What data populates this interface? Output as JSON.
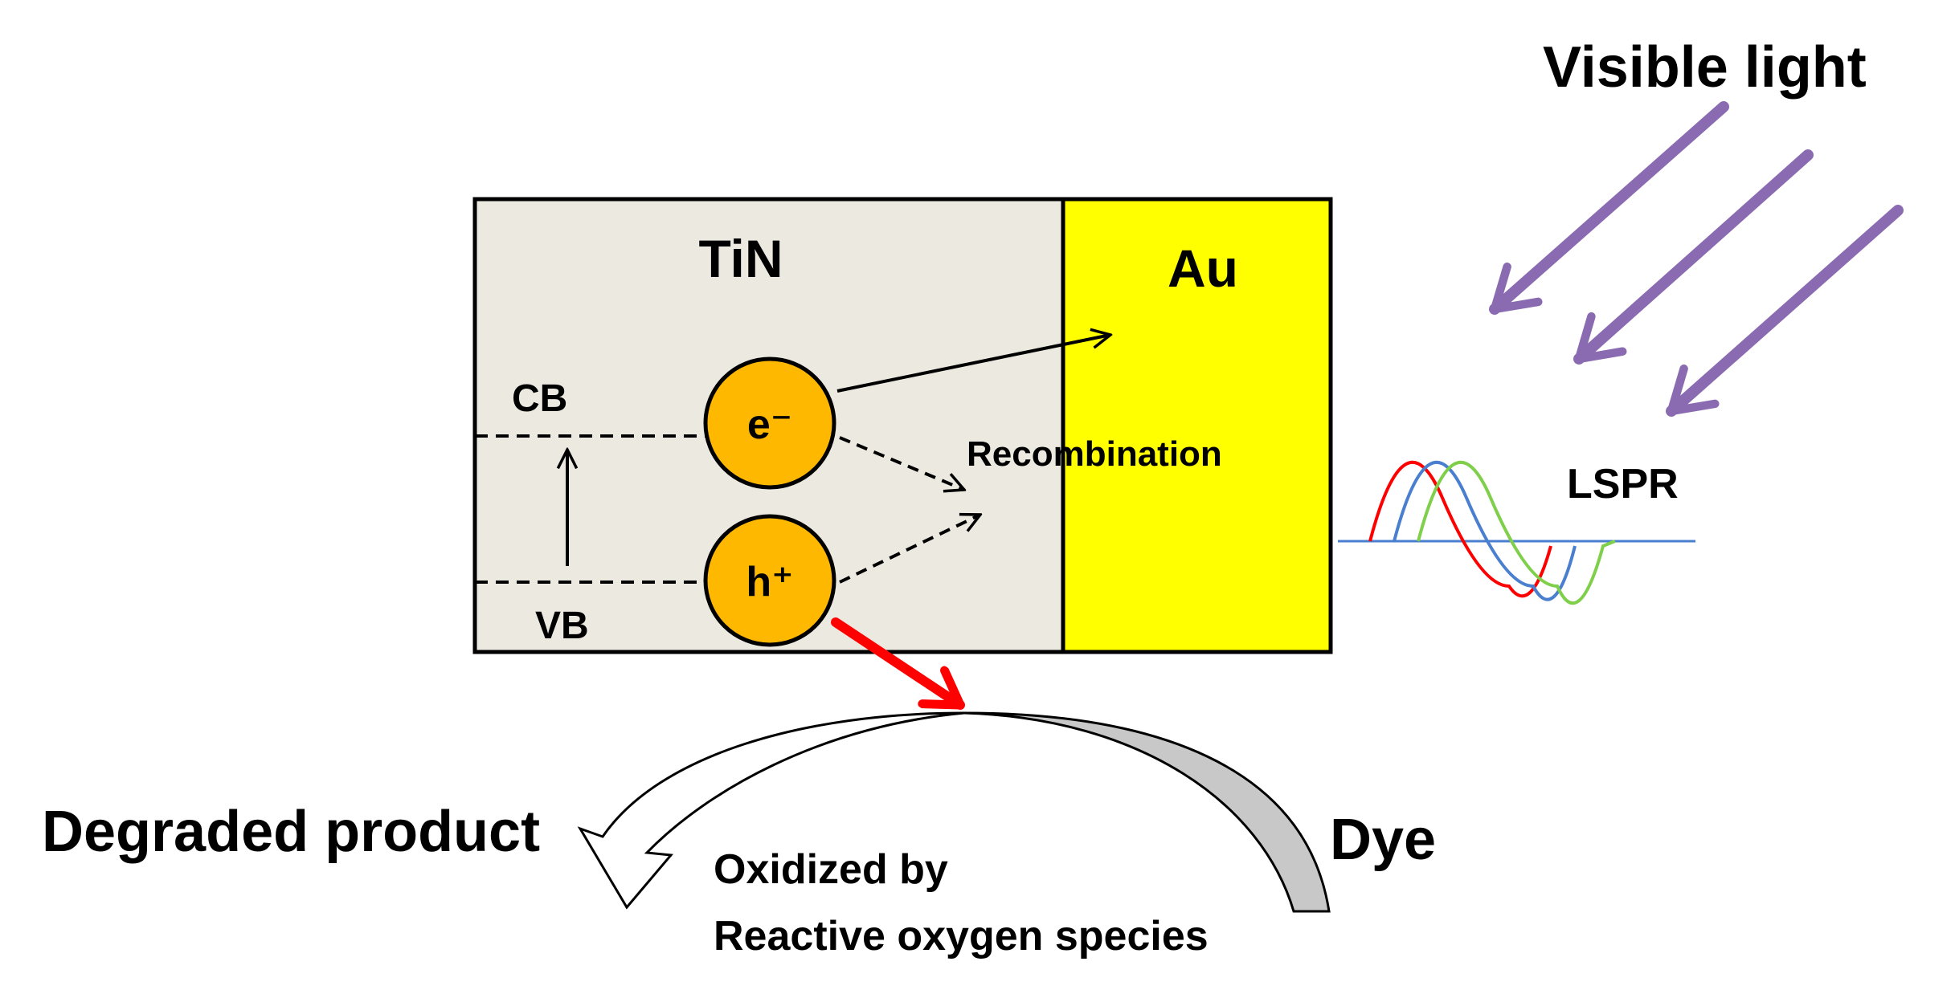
{
  "labels": {
    "visible_light": "Visible light",
    "tin": "TiN",
    "au": "Au",
    "cb": "CB",
    "vb": "VB",
    "electron": "e⁻",
    "hole": "h⁺",
    "recombination": "Recombination",
    "lspr": "LSPR",
    "degraded_product": "Degraded product",
    "dye": "Dye",
    "oxidized_line1": "Oxidized by",
    "oxidized_line2": "Reactive oxygen species"
  },
  "colors": {
    "tin_fill": "#ece9e0",
    "au_fill": "#ffff00",
    "carrier_fill": "#ffb800",
    "light_arrow": "#8a6bb1",
    "oxidation_arrow": "#ff0000",
    "wave_red": "#ff0000",
    "wave_blue": "#4a7fd0",
    "wave_green": "#7fcf4a",
    "dye_arrow_fill": "#c8c8c8"
  }
}
